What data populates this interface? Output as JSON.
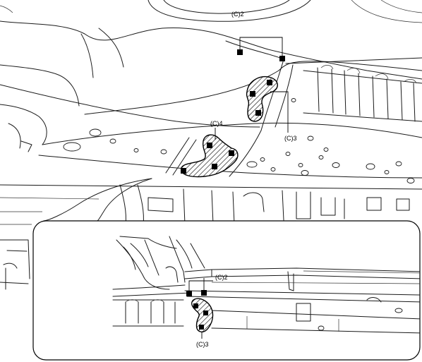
{
  "callouts": {
    "main_c2": "(C)2",
    "main_c3": "(C)3",
    "main_c4": "(C)4",
    "inset_c2": "(C)2",
    "inset_c3": "(C)3"
  },
  "colors": {
    "line": "#1a1a1a",
    "spot": "#000000",
    "background": "#ffffff"
  }
}
